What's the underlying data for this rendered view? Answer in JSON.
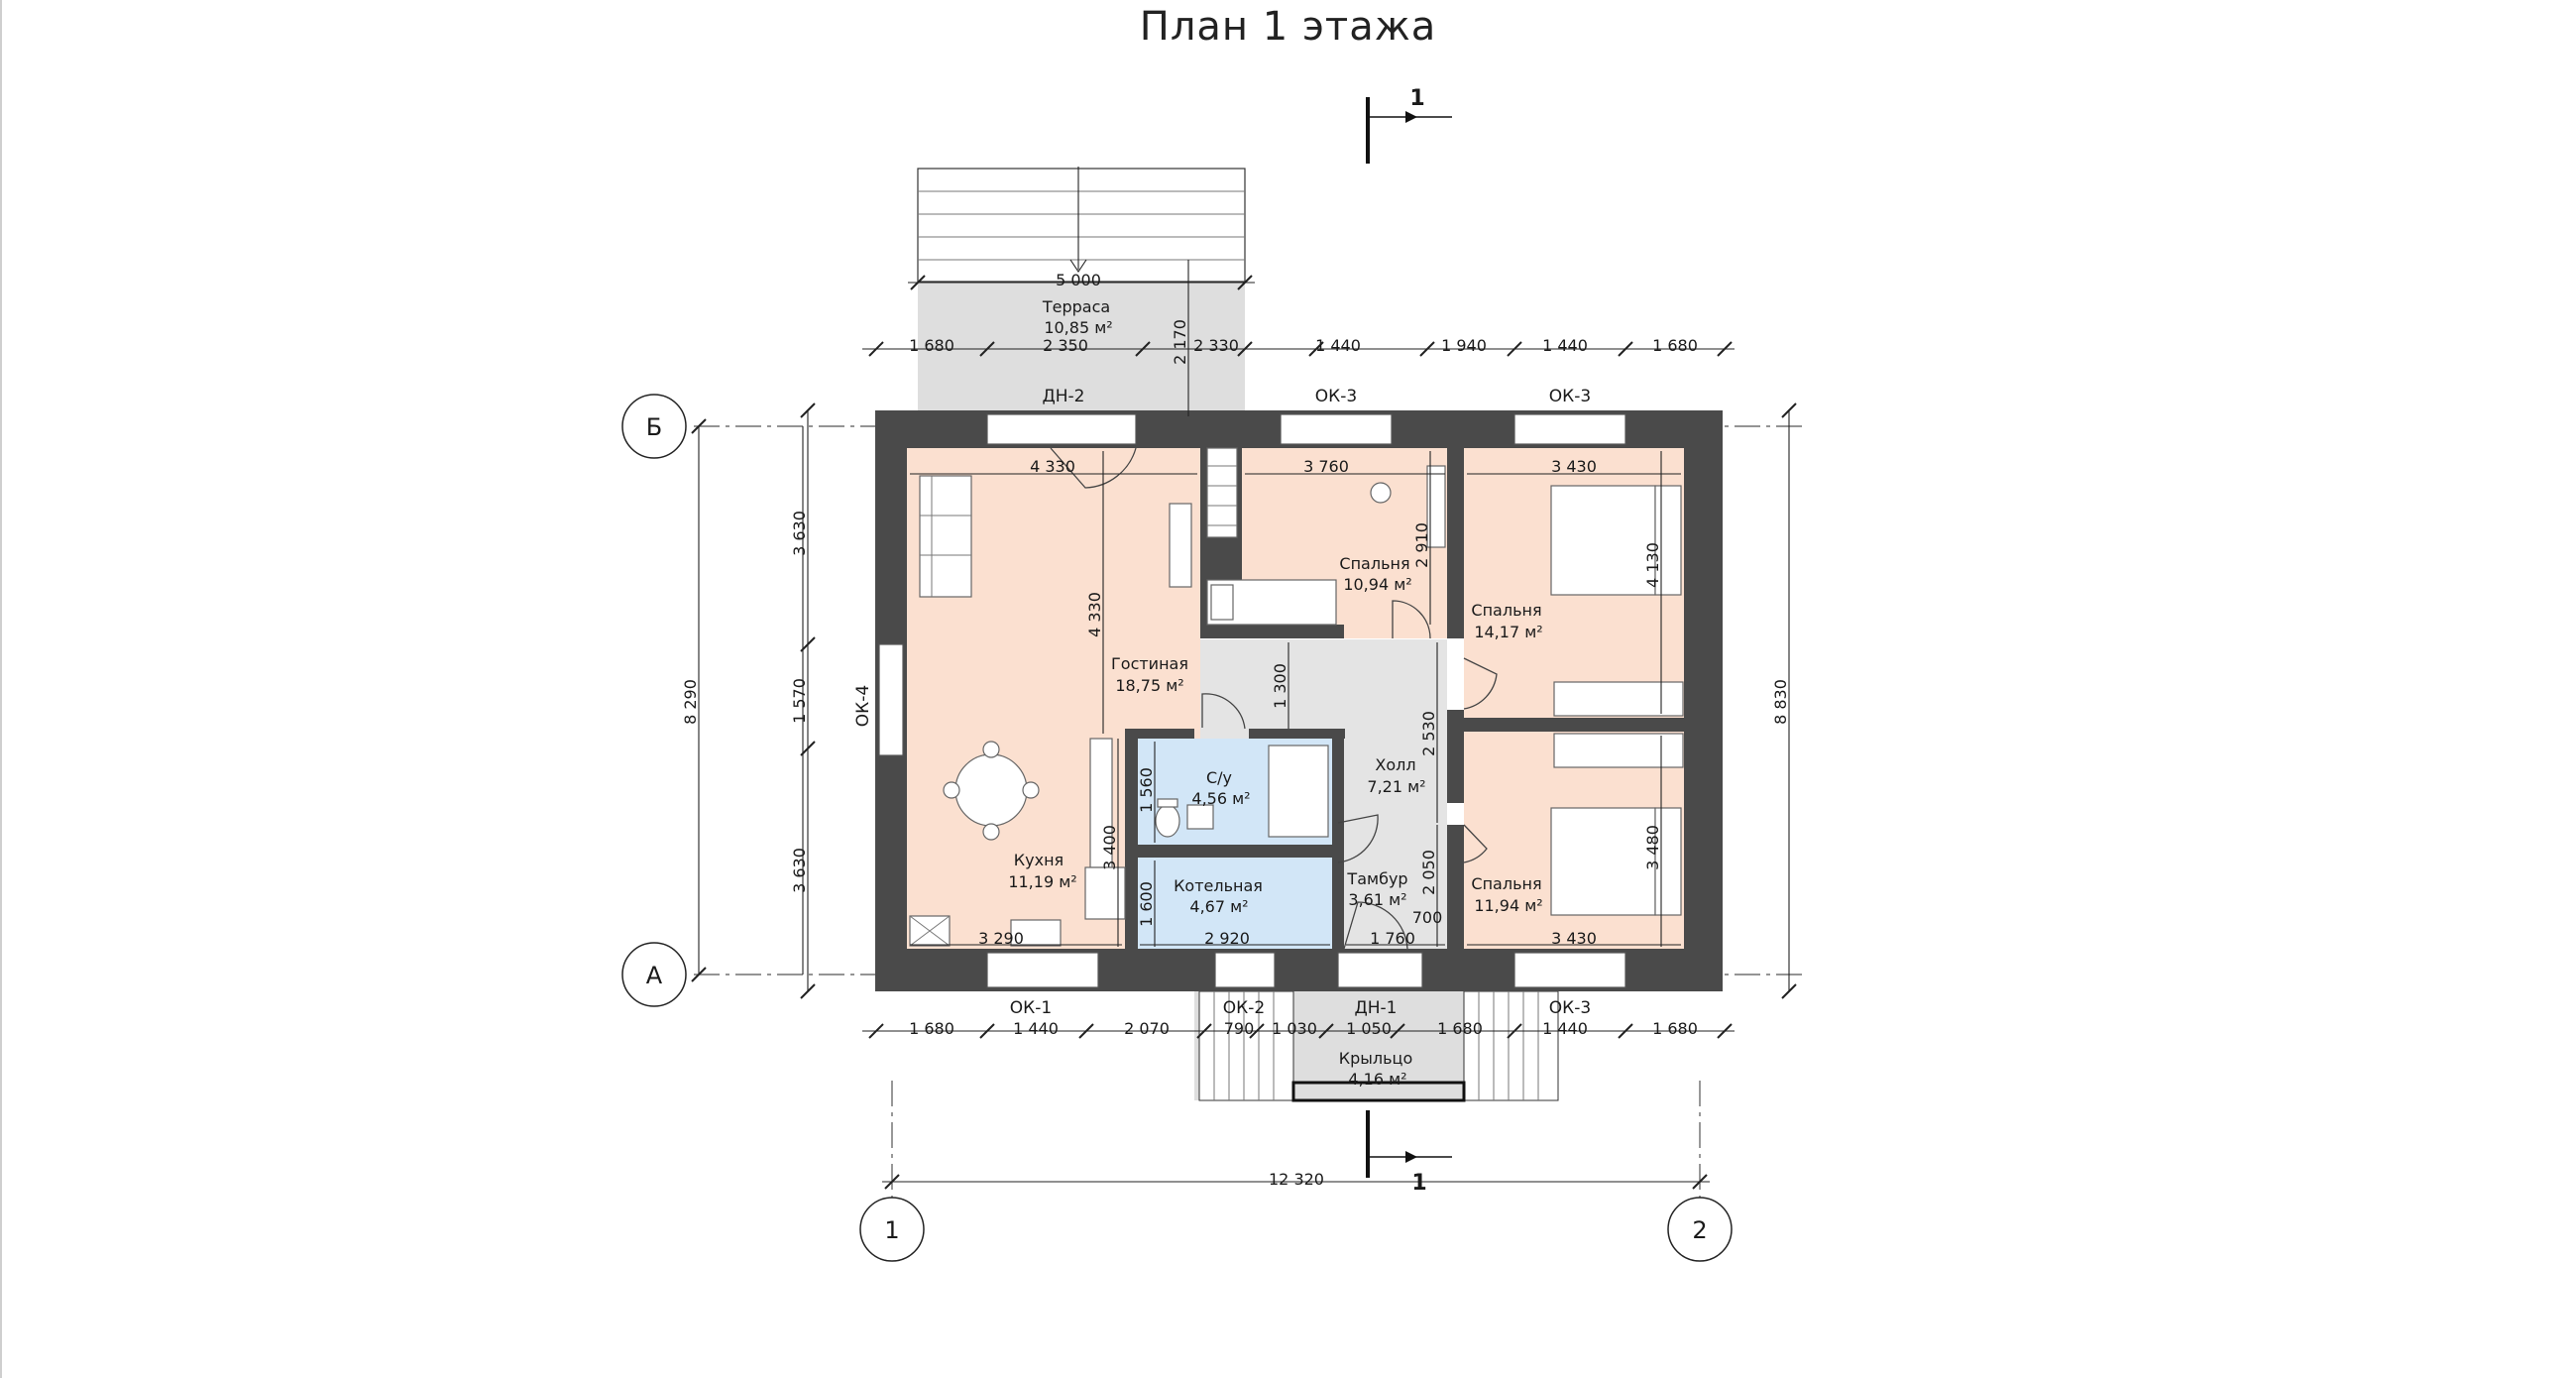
{
  "title": "План 1 этажа",
  "section_mark": "1",
  "axes": {
    "rows": [
      "Б",
      "А"
    ],
    "cols": [
      "1",
      "2"
    ]
  },
  "rooms": [
    {
      "name": "Гостиная",
      "area": "18,75 м²"
    },
    {
      "name": "Кухня",
      "area": "11,19 м²"
    },
    {
      "name": "Спальня",
      "area": "10,94 м²"
    },
    {
      "name": "Спальня",
      "area": "14,17 м²"
    },
    {
      "name": "Спальня",
      "area": "11,94 м²"
    },
    {
      "name": "С/у",
      "area": "4,56 м²"
    },
    {
      "name": "Котельная",
      "area": "4,67 м²"
    },
    {
      "name": "Холл",
      "area": "7,21 м²"
    },
    {
      "name": "Тамбур",
      "area": "3,61 м²"
    },
    {
      "name": "Терраса",
      "area": "10,85 м²"
    },
    {
      "name": "Крыльцо",
      "area": "4,16 м²"
    }
  ],
  "openings": {
    "top": [
      "ДН-2",
      "ОК-3",
      "ОК-3"
    ],
    "bottom": [
      "ОК-1",
      "ОК-2",
      "ДН-1",
      "ОК-3"
    ],
    "left": "ОК-4"
  },
  "dimensions": {
    "terrace_width": "5 000",
    "top_chain": [
      "1 680",
      "2 350",
      "2 330",
      "1 440",
      "1 940",
      "1 440",
      "1 680"
    ],
    "terrace_depth": "2 170",
    "bottom_chain": [
      "1 680",
      "1 440",
      "2 070",
      "790",
      "1 030",
      "1 050",
      "1 680",
      "1 440",
      "1 680"
    ],
    "overall_width": "12 320",
    "left_chain": [
      "3 630",
      "1 570",
      "3 630"
    ],
    "left_overall": "8 290",
    "right_overall": "8 830",
    "interior": [
      "4 330",
      "3 760",
      "3 430",
      "4 330",
      "2 910",
      "4 130",
      "1 300",
      "2 530",
      "1 560",
      "3 400",
      "1 600",
      "2 050",
      "3 480",
      "3 290",
      "2 920",
      "1 760",
      "3 430",
      "700"
    ]
  }
}
